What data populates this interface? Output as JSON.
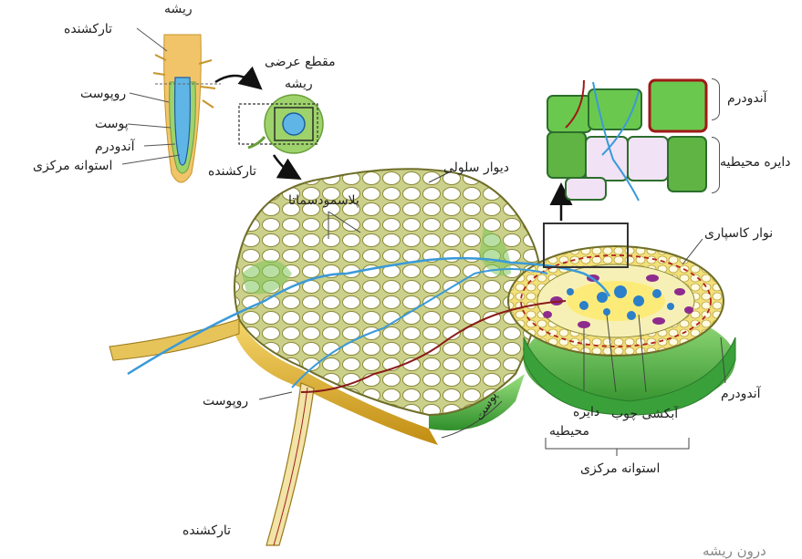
{
  "labels": {
    "root": "ریشه",
    "root_hair_top": "تارکشنده",
    "epidermis_top": "روپوست",
    "cortex_top": "پوست",
    "endodermis_top": "آندودرم",
    "stele_top": "استوانه مرکزی",
    "cross_section": "مقطع عرضی",
    "cross_section_root": "ریشه",
    "root_hair_mid": "تارکشنده",
    "cell_wall": "دیوار سلولی",
    "plasmodesmata": "پلاسمودسماتا",
    "endodermis_inset": "آندودرم",
    "pericycle_inset": "دایره محیطیه",
    "casparian_strip": "نوار کاسپاری",
    "epidermis_main": "روپوست",
    "cortex_main": "پوست",
    "pericycle_main_1": "دایره",
    "pericycle_main_2": "محیطیه",
    "phloem_xylem": "آبکشی چوب",
    "endodermis_main": "آندودرم",
    "stele_main": "استوانه مرکزی",
    "root_hair_bottom": "تارکشنده",
    "footer_partial": "درون ریشه"
  },
  "colors": {
    "cell_fill": "#e9e9c6",
    "cell_wall": "#8b8a3a",
    "epidermis": "#e8b93a",
    "cortex_green": "#5cb84a",
    "water_path": "#3a9ad9",
    "casparian": "#b02020",
    "xylem": "#2c7fc9",
    "phloem": "#8e2c8e"
  }
}
